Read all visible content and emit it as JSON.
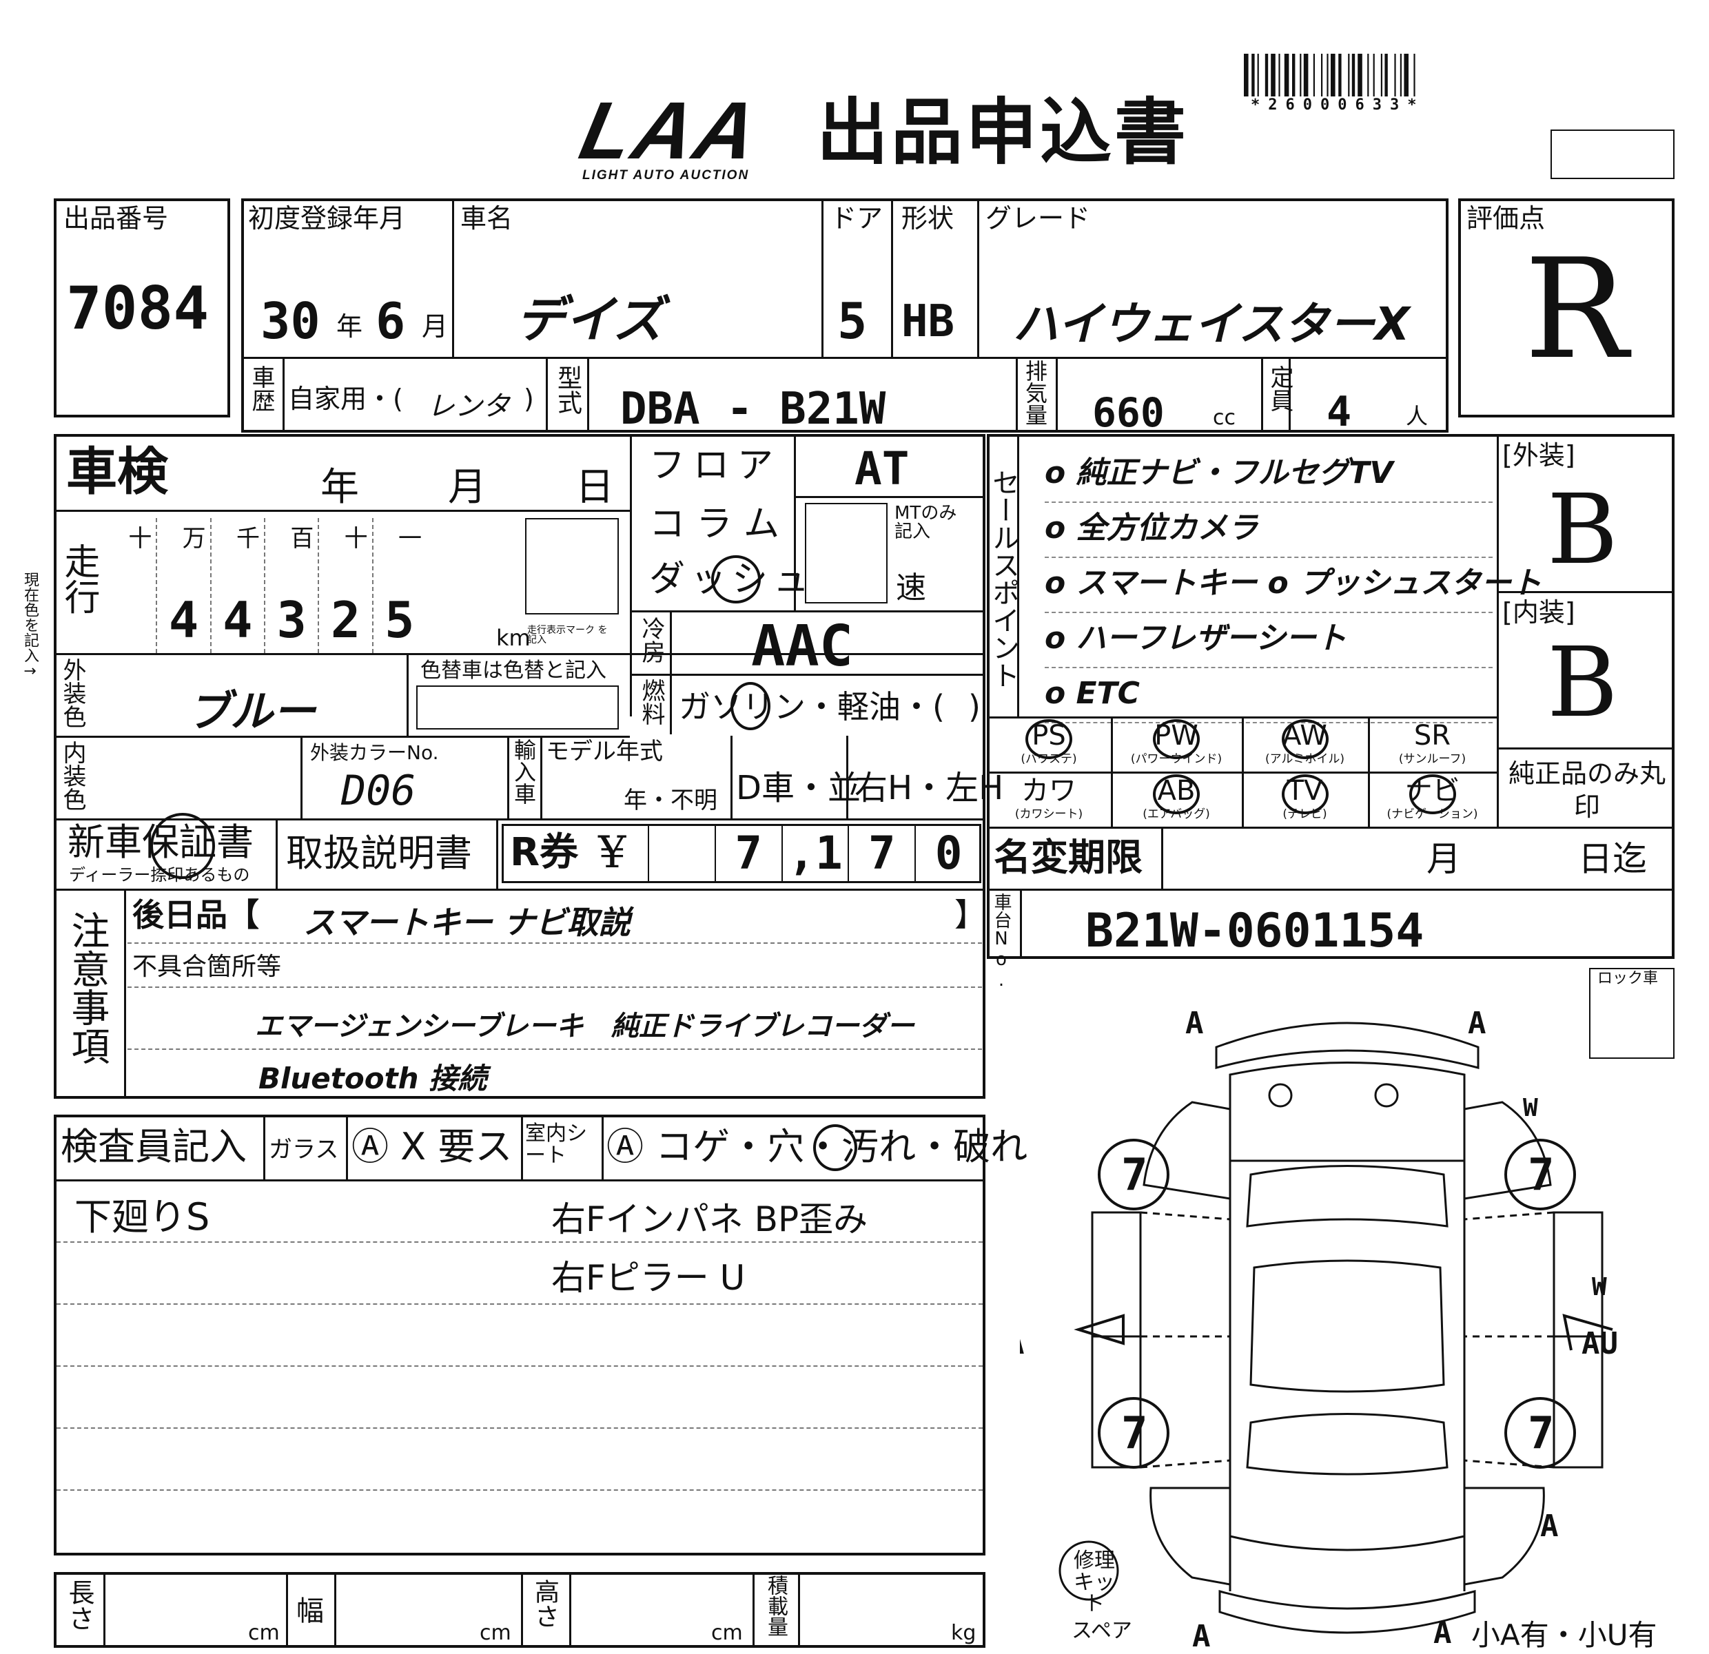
{
  "header": {
    "logo_text": "LAA",
    "logo_sub": "LIGHT AUTO AUCTION",
    "title": "出品申込書",
    "barcode_number": "*26000633*"
  },
  "lot": {
    "label": "出品番号",
    "value": "7084"
  },
  "registration": {
    "label": "初度登録年月",
    "year": "30",
    "year_unit": "年",
    "month": "6",
    "month_unit": "月"
  },
  "car_name": {
    "label": "車名",
    "value": "デイズ"
  },
  "door": {
    "label": "ドア",
    "value": "5"
  },
  "shape": {
    "label": "形状",
    "value": "HB"
  },
  "grade": {
    "label": "グレード",
    "value": "ハイウェイスターX"
  },
  "score": {
    "label": "評価点",
    "value": "R"
  },
  "history": {
    "label": "車歴",
    "text": "自家用・(",
    "value": "レンタ",
    "close": ")"
  },
  "model": {
    "label": "型式",
    "value": "DBA - B21W"
  },
  "displacement": {
    "label": "排気量",
    "value": "660",
    "unit": "cc"
  },
  "capacity": {
    "label": "定員",
    "value": "4",
    "unit": "人"
  },
  "inspection": {
    "label": "車検",
    "year": "年",
    "month": "月",
    "day": "日"
  },
  "mileage": {
    "label": "走行",
    "units": [
      "十",
      "万",
      "千",
      "百",
      "十",
      "一"
    ],
    "digits": [
      "",
      "4",
      "4",
      "3",
      "2",
      "5"
    ],
    "unit": "km",
    "note": "走行表示マーク を記入"
  },
  "shift": {
    "floor": "フロア",
    "column": "コ ラ ム",
    "dash": "ダッシュ",
    "value": "AT",
    "mt_note": "MTのみ記入",
    "speed": "速"
  },
  "ac": {
    "label": "冷房",
    "value": "AAC"
  },
  "fuel": {
    "label": "燃料",
    "text": "ガソリン・軽油・(",
    "close": ")"
  },
  "exterior_color": {
    "label": "外装色",
    "value": "ブルー",
    "note": "色替車は色替と記入"
  },
  "interior_color": {
    "label": "内装色",
    "color_no_label": "外装カラーNo.",
    "color_no": "D06"
  },
  "import": {
    "label": "輸入車",
    "model_year_label": "モデル年式",
    "model_year_text": "年・不明",
    "dealer": "D車・並",
    "handle": "右H・左H"
  },
  "warranty": {
    "label": "新車保証書",
    "sub": "ディーラー捺印あるもの",
    "manual": "取扱説明書"
  },
  "recycle": {
    "label": "R券",
    "yen": "¥",
    "digits": [
      "",
      "7",
      ",1",
      "7",
      "0"
    ]
  },
  "sales": {
    "label": "セールスポイント",
    "items": [
      "o 純正ナビ・フルセグTV",
      "o 全方位カメラ",
      "o スマートキー o プッシュスタート",
      "o ハーフレザーシート",
      "o ETC"
    ]
  },
  "exterior_grade": {
    "label": "[外装]",
    "value": "B"
  },
  "interior_grade": {
    "label": "[内装]",
    "value": "B"
  },
  "equipment": {
    "items": [
      {
        "abbr": "PS",
        "sub": "(パワステ)"
      },
      {
        "abbr": "PW",
        "sub": "(パワーウインド)"
      },
      {
        "abbr": "AW",
        "sub": "(アルミホイル)"
      },
      {
        "abbr": "SR",
        "sub": "(サンルーフ)"
      },
      {
        "abbr": "カワ",
        "sub": "(カワシート)"
      },
      {
        "abbr": "AB",
        "sub": "(エアバッグ)"
      },
      {
        "abbr": "TV",
        "sub": "(テレビ)"
      },
      {
        "abbr": "ナビ",
        "sub": "(ナビゲーション)"
      }
    ],
    "genuine_note": "純正品のみ丸印"
  },
  "name_change": {
    "label": "名変期限",
    "month": "月",
    "day": "日迄"
  },
  "chassis": {
    "label": "車台No.",
    "value": "B21W-0601154"
  },
  "notes": {
    "label": "注意事項",
    "later_label": "後日品【",
    "later_value": "スマートキー ナビ取説",
    "later_close": "】",
    "defects_label": "不具合箇所等",
    "lines": [
      "エマージェンシーブレーキ　純正ドライブレコーダー",
      "Bluetooth 接続"
    ]
  },
  "inspector": {
    "label": "検査員記入",
    "glass_label": "ガラス",
    "glass_value": "Ⓐ X 要ス",
    "seat_label": "室内シート",
    "seat_value": "Ⓐ コゲ・穴・汚れ・破れ",
    "left_notes": [
      "下廻りS"
    ],
    "right_notes": [
      "右Fインパネ BP歪み",
      "右Fピラー U"
    ]
  },
  "diagram": {
    "lock_label": "ロック車",
    "tire_marks": [
      "7",
      "7",
      "7",
      "7"
    ],
    "marks": [
      "A",
      "A",
      "W",
      "A",
      "W",
      "AU",
      "A",
      "A",
      "A"
    ],
    "repair_kit": "修理キット",
    "spare": "スペア",
    "small_damage": "小A有・小U有"
  },
  "dims": {
    "length": "長さ",
    "width": "幅",
    "height": "高さ",
    "load": "積載量",
    "cm": "cm",
    "kg": "kg"
  },
  "side_text": "現在色を記入→"
}
